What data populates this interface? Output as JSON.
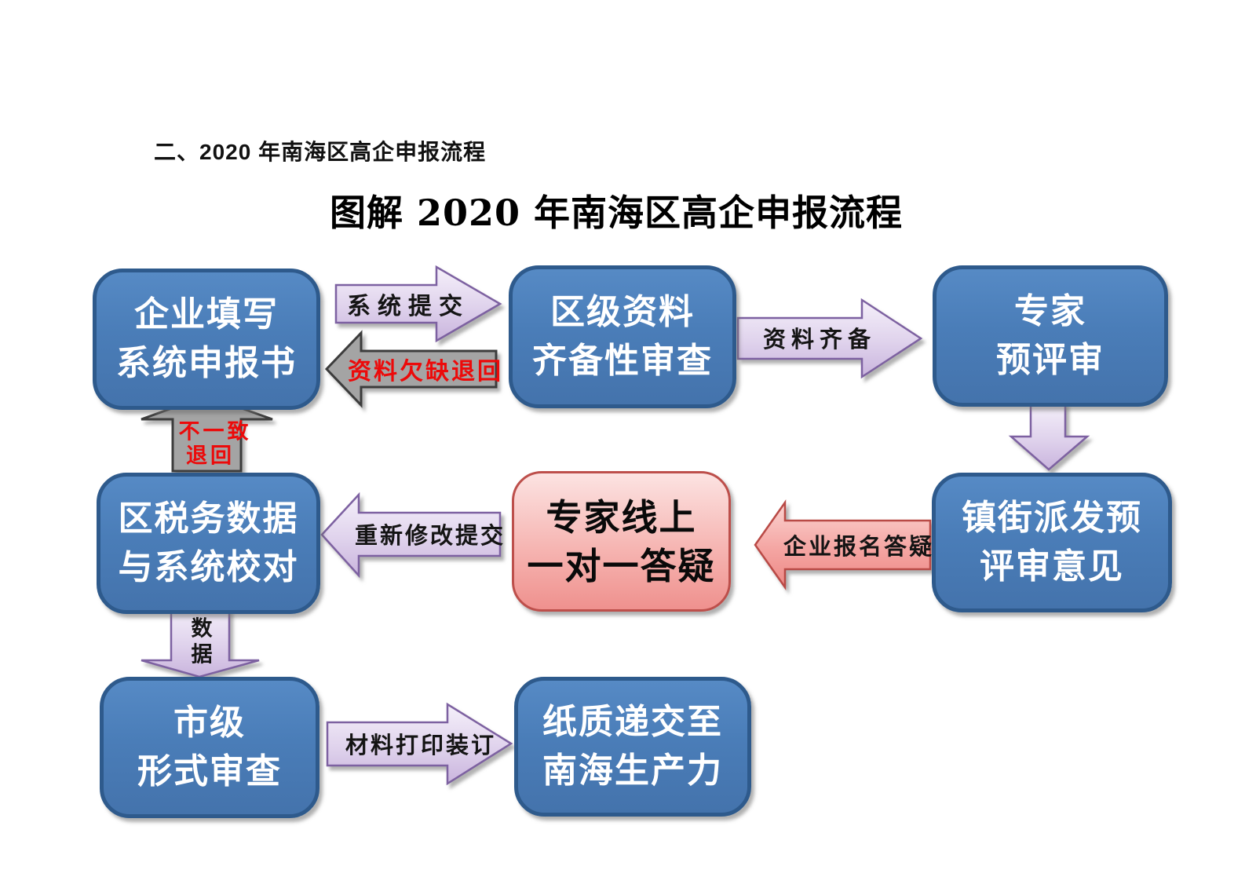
{
  "page": {
    "section_heading": "二、2020 年南海区高企申报流程",
    "title": "图解 2020 年南海区高企申报流程"
  },
  "boxes": {
    "fill_system": {
      "line1": "企业填写",
      "line2": "系统申报书"
    },
    "district_review": {
      "line1": "区级资料",
      "line2": "齐备性审查"
    },
    "expert_pre_review": {
      "line1": "专家",
      "line2": "预评审"
    },
    "tax_check": {
      "line1": "区税务数据",
      "line2": "与系统校对"
    },
    "expert_qa": {
      "line1": "专家线上",
      "line2": "一对一答疑"
    },
    "town_feedback": {
      "line1": "镇街派发预",
      "line2": "评审意见"
    },
    "city_review": {
      "line1": "市级",
      "line2": "形式审查"
    },
    "paper_submit": {
      "line1": "纸质递交至",
      "line2": "南海生产力"
    }
  },
  "arrow_labels": {
    "system_submit": "系统提交",
    "material_lack_return": "资料欠缺退回",
    "material_ready": "资料齐备",
    "inconsistent_return_line1": "不一致",
    "inconsistent_return_line2": "退回",
    "resubmit": "重新修改提交",
    "enterprise_qa": "企业报名答疑",
    "data_line1": "数",
    "data_line2": "据",
    "print_binding": "材料打印装订"
  },
  "colors": {
    "box_blue": "#4A7DB8",
    "box_blue_border": "#2E5A8C",
    "box_pink": "#F5B3B0",
    "box_pink_border": "#BD4F4B",
    "arrow_lavender": "#D9C9E8",
    "arrow_lavender_border": "#7D61A1",
    "arrow_gray": "#A4A4A4",
    "arrow_gray_border": "#3C3C3C",
    "arrow_pink": "#F4A5A2",
    "arrow_pink_border": "#B94A46",
    "label_red": "#EC0A0A"
  }
}
